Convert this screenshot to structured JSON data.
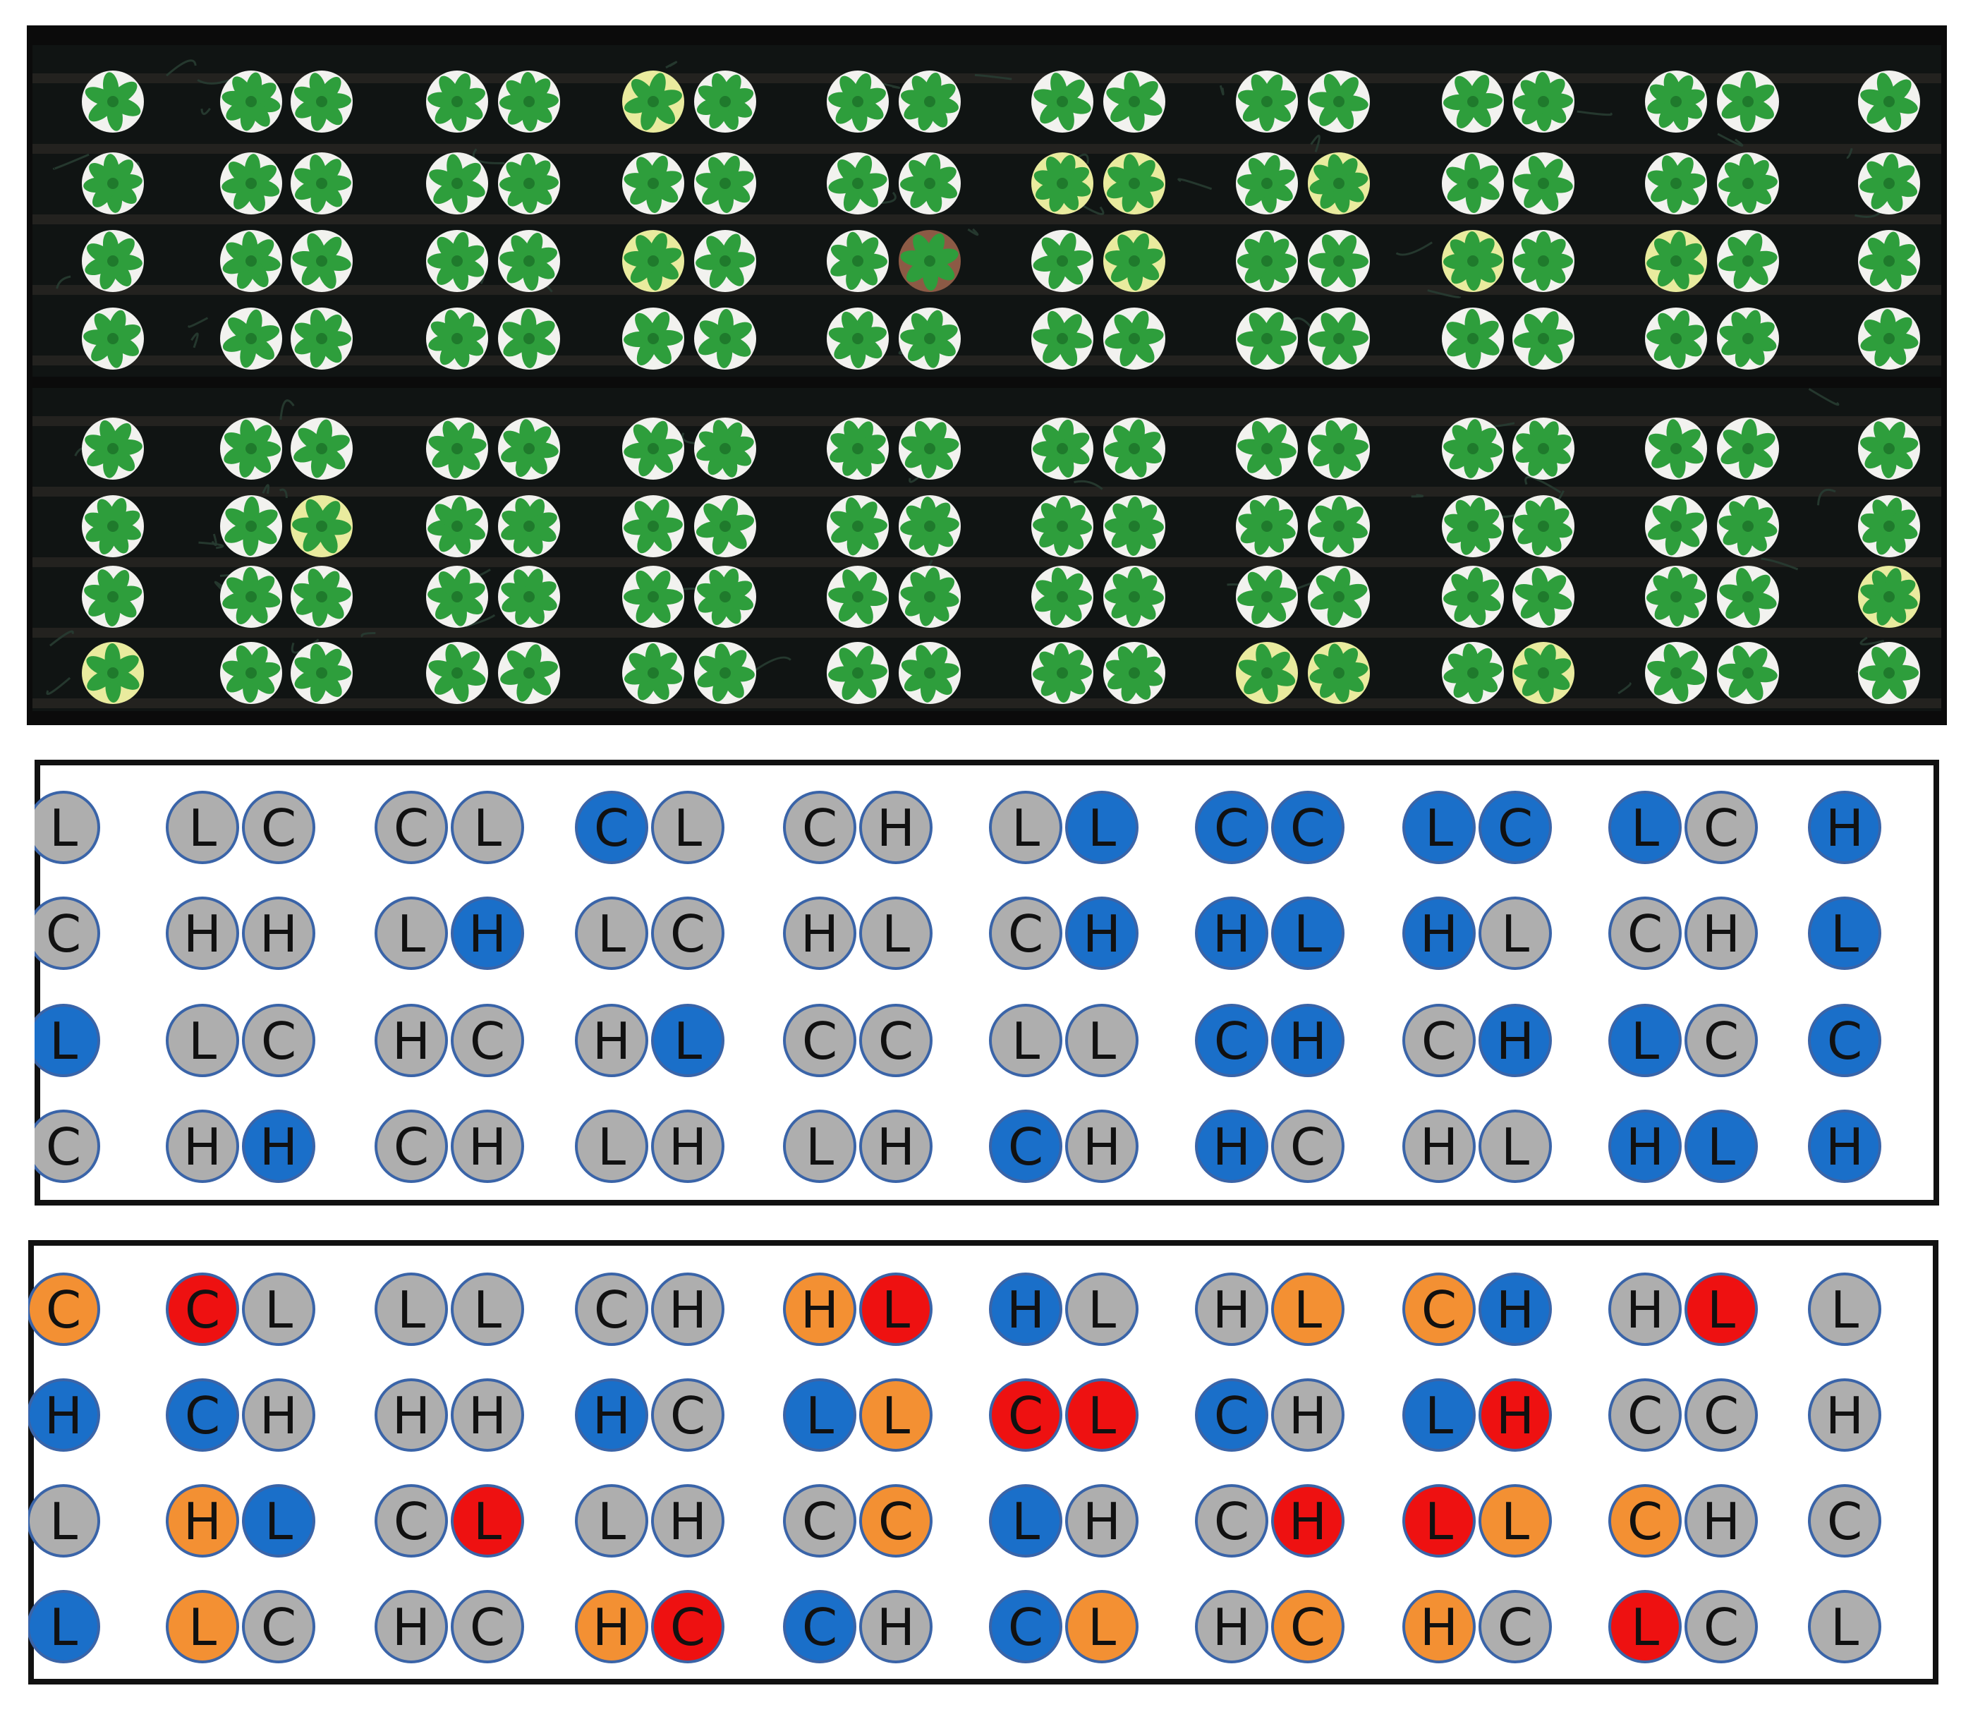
{
  "colors": {
    "grey": "#aeaeae",
    "blue": "#1a6fc9",
    "orange": "#f39033",
    "red": "#ee1111",
    "disc_stroke": "#3a64a8",
    "panel_border": "#111111",
    "photo_bg": "#101413",
    "plant_green": "#2e9e3c",
    "pot_white": "#f2f2ef",
    "pot_yellow": "#e9eb9e"
  },
  "photo": {
    "description_icon": "plant-array-photo",
    "rows_per_tray": 4,
    "trays": 2
  },
  "grid1": {
    "colorkey": {
      "g": "grey",
      "b": "blue"
    },
    "rows": [
      [
        [
          [
            "L",
            "g"
          ]
        ],
        [
          [
            "L",
            "g"
          ],
          [
            "C",
            "g"
          ]
        ],
        [
          [
            "C",
            "g"
          ],
          [
            "L",
            "g"
          ]
        ],
        [
          [
            "C",
            "b"
          ],
          [
            "L",
            "g"
          ]
        ],
        [
          [
            "C",
            "g"
          ],
          [
            "H",
            "g"
          ]
        ],
        [
          [
            "L",
            "g"
          ],
          [
            "L",
            "b"
          ]
        ],
        [
          [
            "C",
            "b"
          ],
          [
            "C",
            "b"
          ]
        ],
        [
          [
            "L",
            "b"
          ],
          [
            "C",
            "b"
          ]
        ],
        [
          [
            "L",
            "b"
          ],
          [
            "C",
            "g"
          ]
        ],
        [
          [
            "H",
            "b"
          ]
        ]
      ],
      [
        [
          [
            "C",
            "g"
          ]
        ],
        [
          [
            "H",
            "g"
          ],
          [
            "H",
            "g"
          ]
        ],
        [
          [
            "L",
            "g"
          ],
          [
            "H",
            "b"
          ]
        ],
        [
          [
            "L",
            "g"
          ],
          [
            "C",
            "g"
          ]
        ],
        [
          [
            "H",
            "g"
          ],
          [
            "L",
            "g"
          ]
        ],
        [
          [
            "C",
            "g"
          ],
          [
            "H",
            "b"
          ]
        ],
        [
          [
            "H",
            "b"
          ],
          [
            "L",
            "b"
          ]
        ],
        [
          [
            "H",
            "b"
          ],
          [
            "L",
            "g"
          ]
        ],
        [
          [
            "C",
            "g"
          ],
          [
            "H",
            "g"
          ]
        ],
        [
          [
            "L",
            "b"
          ]
        ]
      ],
      [
        [
          [
            "L",
            "b"
          ]
        ],
        [
          [
            "L",
            "g"
          ],
          [
            "C",
            "g"
          ]
        ],
        [
          [
            "H",
            "g"
          ],
          [
            "C",
            "g"
          ]
        ],
        [
          [
            "H",
            "g"
          ],
          [
            "L",
            "b"
          ]
        ],
        [
          [
            "C",
            "g"
          ],
          [
            "C",
            "g"
          ]
        ],
        [
          [
            "L",
            "g"
          ],
          [
            "L",
            "g"
          ]
        ],
        [
          [
            "C",
            "b"
          ],
          [
            "H",
            "b"
          ]
        ],
        [
          [
            "C",
            "g"
          ],
          [
            "H",
            "b"
          ]
        ],
        [
          [
            "L",
            "b"
          ],
          [
            "C",
            "g"
          ]
        ],
        [
          [
            "C",
            "b"
          ]
        ]
      ],
      [
        [
          [
            "C",
            "g"
          ]
        ],
        [
          [
            "H",
            "g"
          ],
          [
            "H",
            "b"
          ]
        ],
        [
          [
            "C",
            "g"
          ],
          [
            "H",
            "g"
          ]
        ],
        [
          [
            "L",
            "g"
          ],
          [
            "H",
            "g"
          ]
        ],
        [
          [
            "L",
            "g"
          ],
          [
            "H",
            "g"
          ]
        ],
        [
          [
            "C",
            "b"
          ],
          [
            "H",
            "g"
          ]
        ],
        [
          [
            "H",
            "b"
          ],
          [
            "C",
            "g"
          ]
        ],
        [
          [
            "H",
            "g"
          ],
          [
            "L",
            "g"
          ]
        ],
        [
          [
            "H",
            "b"
          ],
          [
            "L",
            "b"
          ]
        ],
        [
          [
            "H",
            "b"
          ]
        ]
      ]
    ]
  },
  "grid2": {
    "colorkey": {
      "g": "grey",
      "b": "blue",
      "o": "orange",
      "r": "red"
    },
    "rows": [
      [
        [
          [
            "C",
            "o"
          ]
        ],
        [
          [
            "C",
            "r"
          ],
          [
            "L",
            "g"
          ]
        ],
        [
          [
            "L",
            "g"
          ],
          [
            "L",
            "g"
          ]
        ],
        [
          [
            "C",
            "g"
          ],
          [
            "H",
            "g"
          ]
        ],
        [
          [
            "H",
            "o"
          ],
          [
            "L",
            "r"
          ]
        ],
        [
          [
            "H",
            "b"
          ],
          [
            "L",
            "g"
          ]
        ],
        [
          [
            "H",
            "g"
          ],
          [
            "L",
            "o"
          ]
        ],
        [
          [
            "C",
            "o"
          ],
          [
            "H",
            "b"
          ]
        ],
        [
          [
            "H",
            "g"
          ],
          [
            "L",
            "r"
          ]
        ],
        [
          [
            "L",
            "g"
          ]
        ]
      ],
      [
        [
          [
            "H",
            "b"
          ]
        ],
        [
          [
            "C",
            "b"
          ],
          [
            "H",
            "g"
          ]
        ],
        [
          [
            "H",
            "g"
          ],
          [
            "H",
            "g"
          ]
        ],
        [
          [
            "H",
            "b"
          ],
          [
            "C",
            "g"
          ]
        ],
        [
          [
            "L",
            "b"
          ],
          [
            "L",
            "o"
          ]
        ],
        [
          [
            "C",
            "r"
          ],
          [
            "L",
            "r"
          ]
        ],
        [
          [
            "C",
            "b"
          ],
          [
            "H",
            "g"
          ]
        ],
        [
          [
            "L",
            "b"
          ],
          [
            "H",
            "r"
          ]
        ],
        [
          [
            "C",
            "g"
          ],
          [
            "C",
            "g"
          ]
        ],
        [
          [
            "H",
            "g"
          ]
        ]
      ],
      [
        [
          [
            "L",
            "g"
          ]
        ],
        [
          [
            "H",
            "o"
          ],
          [
            "L",
            "b"
          ]
        ],
        [
          [
            "C",
            "g"
          ],
          [
            "L",
            "r"
          ]
        ],
        [
          [
            "L",
            "g"
          ],
          [
            "H",
            "g"
          ]
        ],
        [
          [
            "C",
            "g"
          ],
          [
            "C",
            "o"
          ]
        ],
        [
          [
            "L",
            "b"
          ],
          [
            "H",
            "g"
          ]
        ],
        [
          [
            "C",
            "g"
          ],
          [
            "H",
            "r"
          ]
        ],
        [
          [
            "L",
            "r"
          ],
          [
            "L",
            "o"
          ]
        ],
        [
          [
            "C",
            "o"
          ],
          [
            "H",
            "g"
          ]
        ],
        [
          [
            "C",
            "g"
          ]
        ]
      ],
      [
        [
          [
            "L",
            "b"
          ]
        ],
        [
          [
            "L",
            "o"
          ],
          [
            "C",
            "g"
          ]
        ],
        [
          [
            "H",
            "g"
          ],
          [
            "C",
            "g"
          ]
        ],
        [
          [
            "H",
            "o"
          ],
          [
            "C",
            "r"
          ]
        ],
        [
          [
            "C",
            "b"
          ],
          [
            "H",
            "g"
          ]
        ],
        [
          [
            "C",
            "b"
          ],
          [
            "L",
            "o"
          ]
        ],
        [
          [
            "H",
            "g"
          ],
          [
            "C",
            "o"
          ]
        ],
        [
          [
            "H",
            "o"
          ],
          [
            "C",
            "g"
          ]
        ],
        [
          [
            "L",
            "r"
          ],
          [
            "C",
            "g"
          ]
        ],
        [
          [
            "L",
            "g"
          ]
        ]
      ]
    ]
  }
}
